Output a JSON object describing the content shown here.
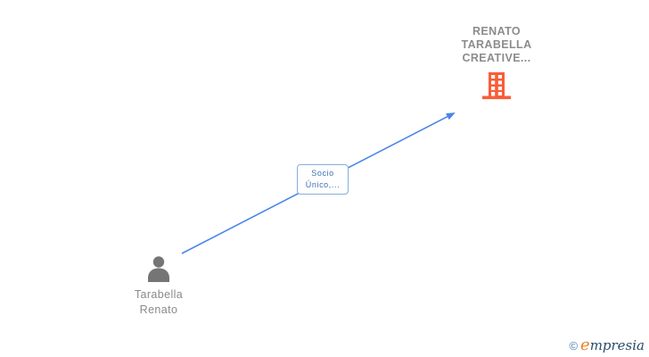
{
  "diagram": {
    "type": "corporate-relationship-graph",
    "nodes": [
      {
        "id": "person",
        "type": "person",
        "label": "Tarabella Renato"
      },
      {
        "id": "company",
        "type": "company",
        "label": "RENATO TARABELLA CREATIVE..."
      }
    ],
    "edges": [
      {
        "from": "person",
        "to": "company",
        "label": "Socio Único,...",
        "arrow": "to"
      }
    ]
  },
  "colors": {
    "edge_line": "#4a86e8",
    "edge_label_text": "#3d6eb4",
    "edge_label_border": "#85aede",
    "company_text": "#8c8c8c",
    "building_icon": "#f95d38",
    "person_icon": "#757575",
    "person_text": "#8a8a8a"
  },
  "footer": {
    "copyright": "©",
    "brand_first_letter": "e",
    "brand_rest": "mpresia",
    "accent_color": "#e8832a",
    "main_color": "#2a4a68"
  }
}
